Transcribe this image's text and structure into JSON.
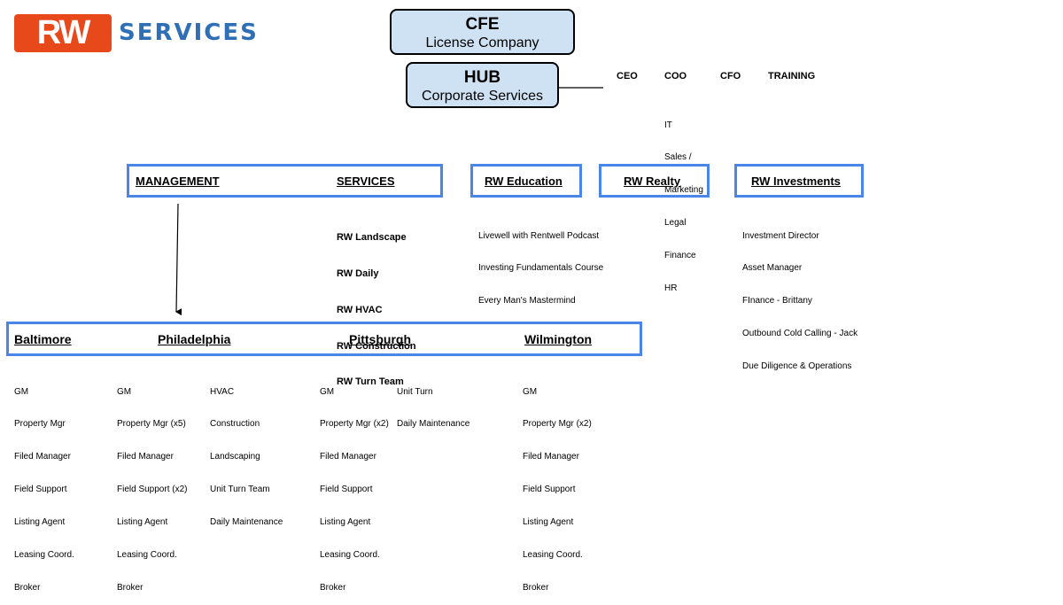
{
  "logo": {
    "badge": "RW",
    "text": "SERVICES"
  },
  "cfe": {
    "title": "CFE",
    "subtitle": "License Company"
  },
  "hub": {
    "title": "HUB",
    "subtitle": "Corporate Services"
  },
  "exec": {
    "ceo": "CEO",
    "coo": "COO",
    "cfo": "CFO",
    "training": "TRAINING"
  },
  "coo_items": [
    "IT",
    "Sales /",
    "Marketing",
    "Legal",
    "Finance",
    "HR"
  ],
  "management": {
    "label": "MANAGEMENT"
  },
  "services": {
    "label": "SERVICES",
    "items": [
      "RW Landscape",
      "RW Daily",
      "RW HVAC",
      "RW Construction",
      "RW Turn Team"
    ]
  },
  "education": {
    "label": "RW Education",
    "items": [
      "Livewell with Rentwell Podcast",
      "Investing Fundamentals Course",
      "Every Man's Mastermind"
    ]
  },
  "realty": {
    "label": "RW Realty"
  },
  "investments": {
    "label": "RW Investments",
    "items": [
      "Investment Director",
      "Asset Manager",
      "FInance - Brittany",
      "Outbound Cold Calling - Jack",
      "Due Diligence & Operations"
    ]
  },
  "cities": {
    "baltimore": {
      "label": "Baltimore",
      "staff": [
        "GM",
        "Property Mgr",
        "Filed Manager",
        "Field Support",
        "Listing Agent",
        "Leasing Coord.",
        "Broker"
      ]
    },
    "philadelphia": {
      "label": "Philadelphia",
      "staff": [
        "GM",
        "Property Mgr (x5)",
        "Filed Manager",
        "Field Support (x2)",
        "Listing Agent",
        "Leasing Coord.",
        "Broker"
      ],
      "services": [
        "HVAC",
        "Construction",
        "Landscaping",
        "Unit Turn Team",
        "Daily Maintenance"
      ]
    },
    "pittsburgh": {
      "label": "Pittsburgh",
      "staff": [
        "GM",
        "Property Mgr (x2)",
        "Filed Manager",
        "Field Support",
        "Listing Agent",
        "Leasing Coord.",
        "Broker"
      ],
      "services": [
        "Unit Turn",
        "Daily Maintenance"
      ]
    },
    "wilmington": {
      "label": "Wilmington",
      "staff": [
        "GM",
        "Property Mgr (x2)",
        "Filed Manager",
        "Field Support",
        "Listing Agent",
        "Leasing Coord.",
        "Broker"
      ]
    }
  },
  "colors": {
    "accent_blue": "#4a86e8",
    "box_fill": "#cfe2f3",
    "logo_orange": "#e8491b",
    "logo_blue": "#2f6fb6"
  }
}
